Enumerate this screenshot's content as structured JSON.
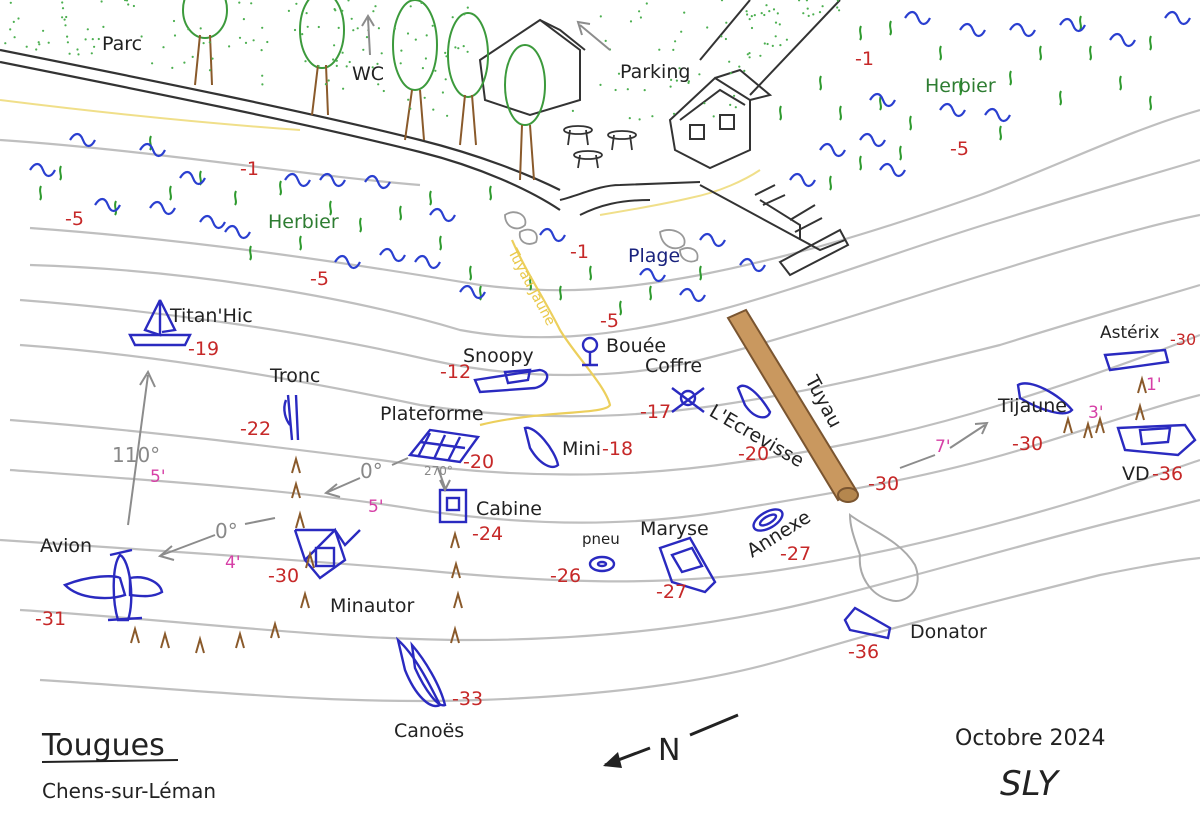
{
  "map": {
    "title": "Tougues",
    "subtitle": "Chens-sur-Léman",
    "date": "Octobre 2024",
    "author": "SLY",
    "north_label": "N",
    "colors": {
      "contour": "#bfbfbf",
      "wreck": "#2a2ac0",
      "depth": "#c62828",
      "vegetation": "#2e7d32",
      "water_wave": "#2a3fd0",
      "pipe": "#a5794a",
      "yellow_pipe": "#e9c94a",
      "distance": "#d63fa6"
    },
    "land_labels": {
      "parc": "Parc",
      "wc": "WC",
      "parking": "Parking",
      "plage": "Plage"
    },
    "herbier_labels": [
      "Herbier",
      "Herbier"
    ],
    "pipe_labels": {
      "tuyau": "Tuyau",
      "tuyau_jaune": "Tuyau Jaune"
    },
    "sites": [
      {
        "id": "titanhic",
        "name": "Titan'Hic",
        "depth": "-19",
        "icon": "sailboat-icon"
      },
      {
        "id": "tronc",
        "name": "Tronc",
        "depth": "-22",
        "icon": "tree-trunk-icon"
      },
      {
        "id": "plateforme",
        "name": "Plateforme",
        "depth": "-20",
        "icon": "platform-icon"
      },
      {
        "id": "snoopy",
        "name": "Snoopy",
        "depth": "-12",
        "icon": "boat-icon"
      },
      {
        "id": "bouee",
        "name": "Bouée",
        "depth": "-5",
        "icon": "buoy-icon"
      },
      {
        "id": "coffre",
        "name": "Coffre",
        "depth": "-17",
        "icon": "skull-crossbones-icon"
      },
      {
        "id": "mini",
        "name": "Mini",
        "depth": "-18",
        "icon": "boat-icon"
      },
      {
        "id": "ecrevisse",
        "name": "L'Ecrevisse",
        "depth": "-20",
        "icon": "boat-icon"
      },
      {
        "id": "cabine",
        "name": "Cabine",
        "depth": "-24",
        "icon": "cabin-icon"
      },
      {
        "id": "pneu",
        "name": "pneu",
        "depth": "-26",
        "icon": "tire-icon"
      },
      {
        "id": "maryse",
        "name": "Maryse",
        "depth": "-27",
        "icon": "boat-icon"
      },
      {
        "id": "annexe",
        "name": "Annexe",
        "depth": "-27",
        "icon": "dinghy-icon"
      },
      {
        "id": "avion",
        "name": "Avion",
        "depth": "-31",
        "icon": "airplane-icon"
      },
      {
        "id": "minautor",
        "name": "Minautor",
        "depth": "-30",
        "icon": "machine-icon"
      },
      {
        "id": "canoes",
        "name": "Canoës",
        "depth": "-33",
        "icon": "canoe-icon"
      },
      {
        "id": "donator",
        "name": "Donator",
        "depth": "-36",
        "icon": "boat-icon"
      },
      {
        "id": "tijaune",
        "name": "Tijaune",
        "depth": "-30",
        "icon": "boat-icon"
      },
      {
        "id": "asterix",
        "name": "Astérix",
        "depth": "-30",
        "icon": "boat-icon"
      },
      {
        "id": "vd",
        "name": "VD",
        "depth": "-36",
        "icon": "boat-icon"
      },
      {
        "id": "tuyau_end",
        "name": "",
        "depth": "-30",
        "icon": "pipe-end-icon"
      }
    ],
    "shore_depths": [
      "-1",
      "-5",
      "-1",
      "-5",
      "-1",
      "-5",
      "-5"
    ],
    "bearings": {
      "b110": "110°",
      "b0a": "0°",
      "b0b": "0°",
      "b270": "270°"
    },
    "distances": {
      "d5a": "5'",
      "d5b": "5'",
      "d4": "4'",
      "d7": "7'",
      "d3": "3'",
      "d1": "1'"
    }
  }
}
